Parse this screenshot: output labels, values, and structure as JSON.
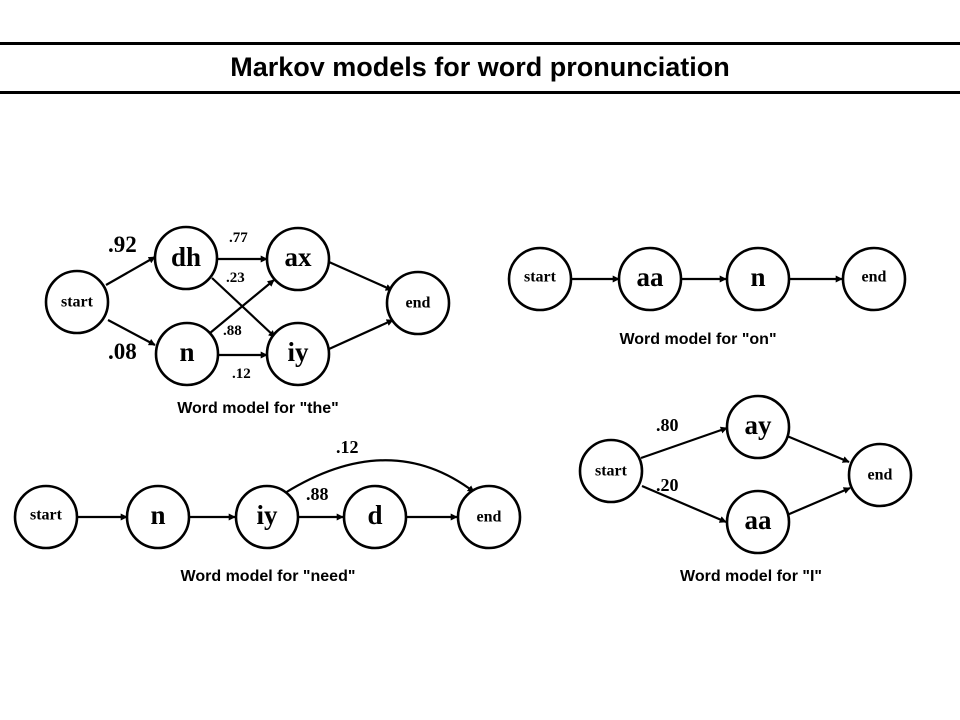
{
  "title": "Markov models for word pronunciation",
  "models": {
    "the": {
      "caption": "Word model for \"the\"",
      "nodes": {
        "start": "start",
        "dh": "dh",
        "n": "n",
        "ax": "ax",
        "iy": "iy",
        "end": "end"
      },
      "probs": {
        "start_dh": ".92",
        "start_n": ".08",
        "dh_ax": ".77",
        "dh_iy": ".23",
        "n_ax": ".88",
        "n_iy": ".12"
      }
    },
    "on": {
      "caption": "Word model for \"on\"",
      "nodes": {
        "start": "start",
        "aa": "aa",
        "n": "n",
        "end": "end"
      }
    },
    "need": {
      "caption": "Word model for \"need\"",
      "nodes": {
        "start": "start",
        "n": "n",
        "iy": "iy",
        "d": "d",
        "end": "end"
      },
      "probs": {
        "iy_d": ".88",
        "iy_end": ".12"
      }
    },
    "I": {
      "caption": "Word model for \"I\"",
      "nodes": {
        "start": "start",
        "ay": "ay",
        "aa": "aa",
        "end": "end"
      },
      "probs": {
        "start_ay": ".80",
        "start_aa": ".20"
      }
    }
  }
}
